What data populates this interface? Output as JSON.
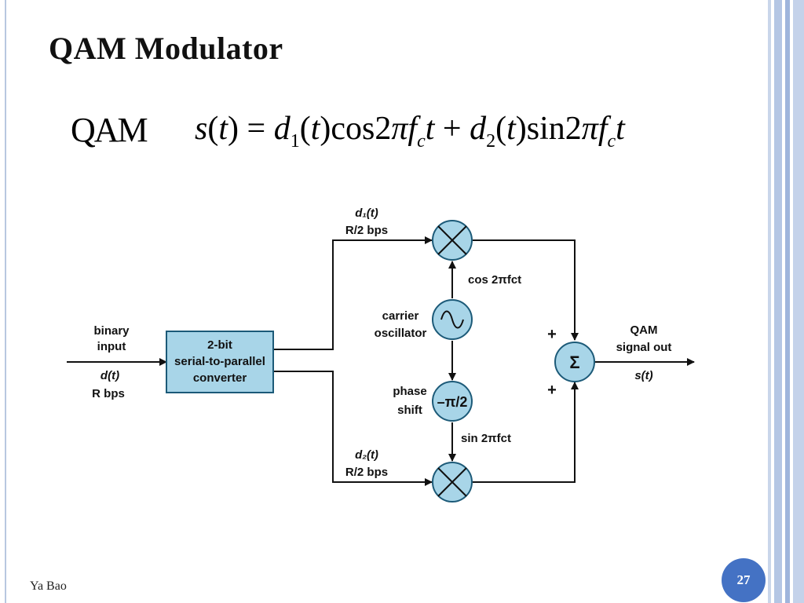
{
  "slide": {
    "title": "QAM Modulator",
    "equation_label": "QAM",
    "footer_author": "Ya Bao",
    "page_number": "27"
  },
  "diagram": {
    "converter": {
      "line1": "2-bit",
      "line2": "serial-to-parallel",
      "line3": "converter"
    },
    "input": {
      "line1": "binary",
      "line2": "input",
      "signal": "d(t)",
      "rate": "R bps"
    },
    "branch_top": {
      "signal": "d₁(t)",
      "rate": "R/2 bps"
    },
    "branch_bottom": {
      "signal": "d₂(t)",
      "rate": "R/2 bps"
    },
    "oscillator": {
      "line1": "carrier",
      "line2": "oscillator"
    },
    "phase": {
      "line1": "phase",
      "line2": "shift",
      "symbol": "–π/2"
    },
    "cos_label": "cos 2πfct",
    "sin_label": "sin 2πfct",
    "summer": {
      "symbol": "Σ",
      "plus_top": "+",
      "plus_bottom": "+"
    },
    "output": {
      "line1": "QAM",
      "line2": "signal out",
      "signal": "s(t)"
    },
    "colors": {
      "block_fill": "#a8d5e8",
      "block_stroke": "#1c5a78",
      "line": "#111111",
      "badge": "#4472c4"
    }
  }
}
